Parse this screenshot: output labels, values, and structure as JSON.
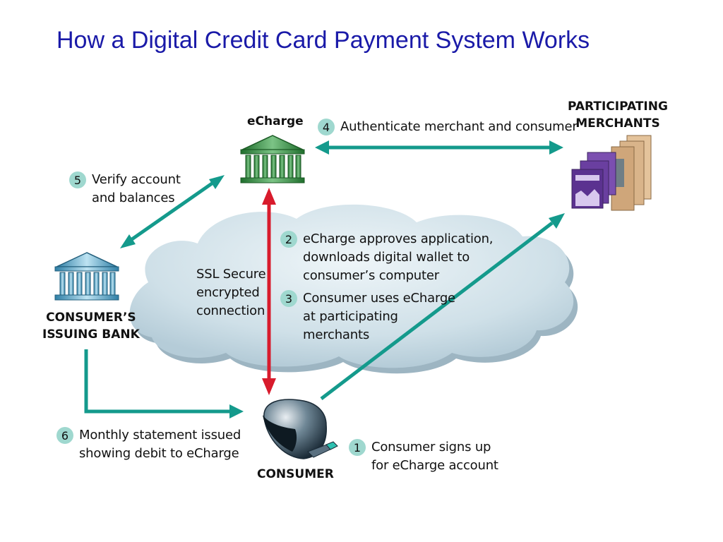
{
  "title": "How a Digital Credit Card Payment System Works",
  "nodes": {
    "echarge": "eCharge",
    "merchants_line1": "PARTICIPATING",
    "merchants_line2": "MERCHANTS",
    "bank_line1": "CONSUMER’S",
    "bank_line2": "ISSUING BANK",
    "consumer": "CONSUMER"
  },
  "cloud_label": [
    "SSL Secure",
    "encrypted",
    "connection"
  ],
  "steps": [
    {
      "num": "1",
      "lines": [
        "Consumer signs up",
        "for eCharge account"
      ]
    },
    {
      "num": "2",
      "lines": [
        "eCharge approves application,",
        "downloads digital wallet to",
        "consumer’s computer"
      ]
    },
    {
      "num": "3",
      "lines": [
        "Consumer uses eCharge",
        "at participating",
        "merchants"
      ]
    },
    {
      "num": "4",
      "lines": [
        "Authenticate merchant and consumer"
      ]
    },
    {
      "num": "5",
      "lines": [
        "Verify account",
        "and balances"
      ]
    },
    {
      "num": "6",
      "lines": [
        "Monthly statement issued",
        "showing debit to eCharge"
      ]
    }
  ],
  "colors": {
    "title": "#1a1aa8",
    "arrow_teal": "#149a8c",
    "arrow_red": "#d81b2c",
    "cloud": "#cfe0e8",
    "badge": "#9fd8cf",
    "echarge_bank": "#2e8a3c",
    "issuing_bank": "#5aa8c8",
    "merchant_purple": "#6a3fa0"
  },
  "icons": [
    "echarge-bank-icon",
    "issuing-bank-icon",
    "merchants-storefront-icon",
    "consumer-computer-icon"
  ]
}
